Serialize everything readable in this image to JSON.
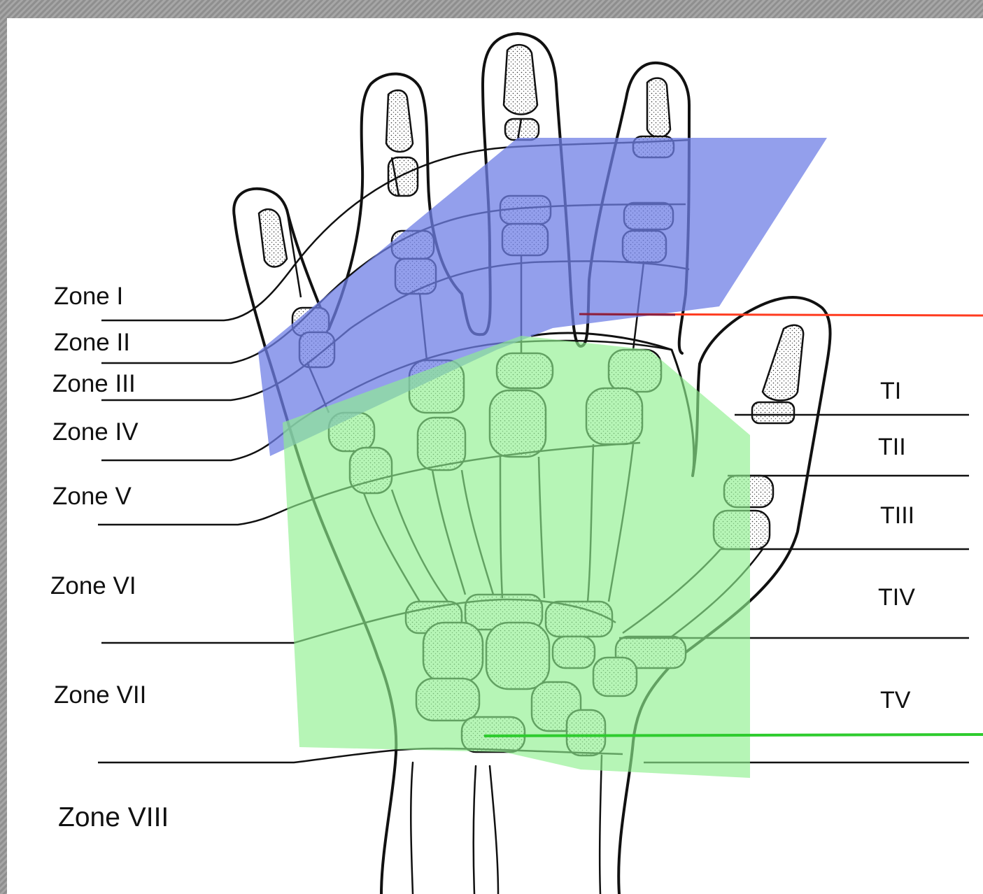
{
  "finger_zones": [
    {
      "id": "zone-1",
      "label": "Zone I"
    },
    {
      "id": "zone-2",
      "label": "Zone II"
    },
    {
      "id": "zone-3",
      "label": "Zone III"
    },
    {
      "id": "zone-4",
      "label": "Zone IV"
    },
    {
      "id": "zone-5",
      "label": "Zone V"
    },
    {
      "id": "zone-6",
      "label": "Zone VI"
    },
    {
      "id": "zone-7",
      "label": "Zone VII"
    },
    {
      "id": "zone-8",
      "label": "Zone VIII"
    }
  ],
  "thumb_zones": [
    {
      "id": "t1",
      "label": "TI"
    },
    {
      "id": "t2",
      "label": "TII"
    },
    {
      "id": "t3",
      "label": "TIII"
    },
    {
      "id": "t4",
      "label": "TIV"
    },
    {
      "id": "t5",
      "label": "TV"
    }
  ],
  "colors": {
    "blue_overlay": "#6f7fe6",
    "green_overlay": "#8ff08f",
    "red_line": "#ff3b1f",
    "green_line": "#2ecc2e",
    "outline": "#111111",
    "bone_fill": "#e6e6e6"
  }
}
